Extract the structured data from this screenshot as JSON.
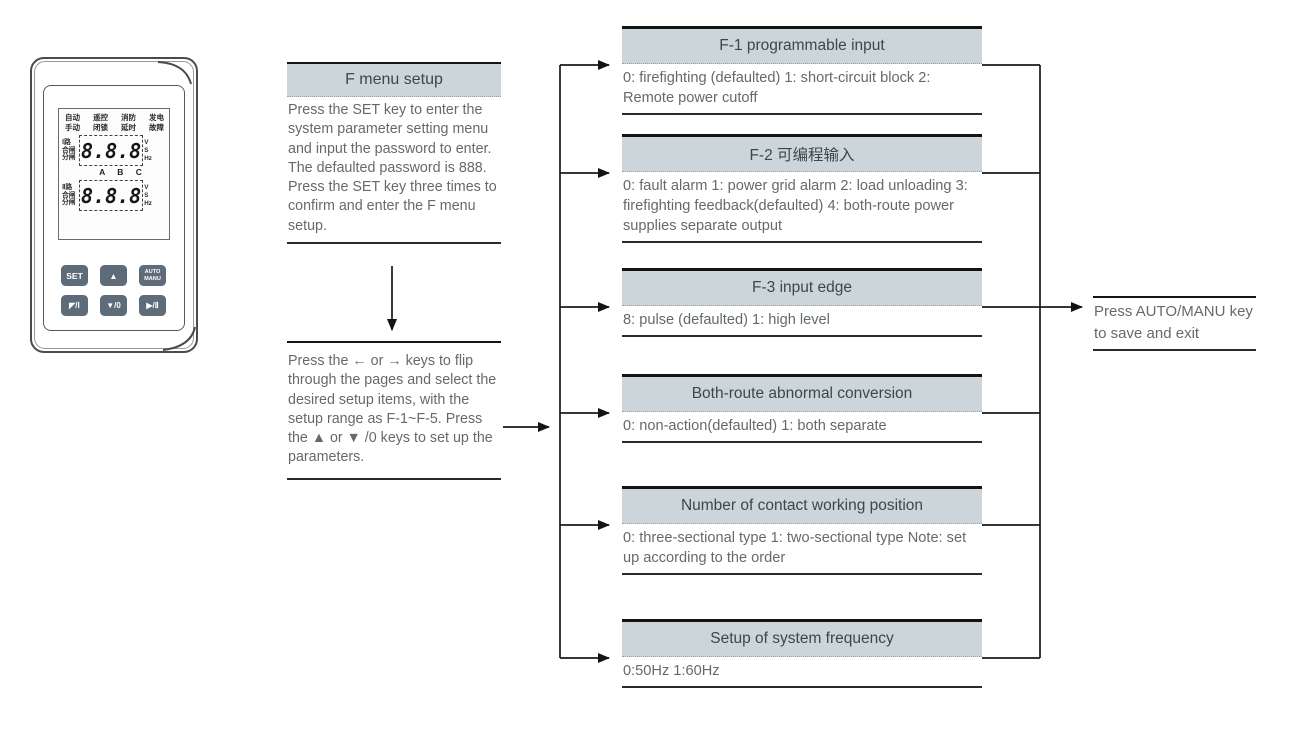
{
  "device": {
    "lcd": {
      "status_row1": [
        "自动",
        "遥控",
        "消防",
        "发电"
      ],
      "status_row2": [
        "手动",
        "闭锁",
        "延时",
        "故障"
      ],
      "route1_labels": [
        "Ⅰ路",
        "合闸",
        "分闸"
      ],
      "route1_digits": "8.8.8",
      "route1_units": [
        "V",
        "S",
        "Hz"
      ],
      "phase_labels": "A B C",
      "route2_labels": [
        "Ⅱ路",
        "合闸",
        "分闸"
      ],
      "route2_digits": "8.8.8",
      "route2_units": [
        "V",
        "S",
        "Hz"
      ]
    },
    "buttons": {
      "set": "SET",
      "up": "▲",
      "auto_line1": "AUTO",
      "auto_line2": "MANU",
      "close1": "◤/Ⅰ",
      "open": "▼/0",
      "close2": "▶/Ⅱ"
    }
  },
  "flow": {
    "step1_title": "F menu setup",
    "step1_body": "Press the SET key to enter the system parameter setting menu and input the password to enter. The defaulted password is 888. Press the SET key three times to confirm and enter the F menu setup.",
    "step2_body": "Press the ← or → keys to flip through the pages and select the desired setup items, with the setup range as F-1~F-5. Press the ▲ or ▼ /0 keys to set up the parameters.",
    "exit_note": "Press AUTO/MANU key to save and exit",
    "items": [
      {
        "title": "F-1 programmable input",
        "body": "0: firefighting (defaulted)  1: short-circuit block 2: Remote power cutoff"
      },
      {
        "title": "F-2 可编程输入",
        "body": "0: fault alarm  1: power grid alarm 2: load unloading  3: firefighting feedback(defaulted)  4: both-route power supplies separate output"
      },
      {
        "title": "F-3 input edge",
        "body": "8: pulse (defaulted)  1: high level"
      },
      {
        "title": "Both-route abnormal conversion",
        "body": "0: non-action(defaulted) 1: both separate"
      },
      {
        "title": "Number of contact working position",
        "body": "0: three-sectional type  1: two-sectional type Note: set up according to the order"
      },
      {
        "title": "Setup of system frequency",
        "body": "0:50Hz 1:60Hz"
      }
    ]
  },
  "colors": {
    "header_bg": "#ccd5da",
    "header_text": "#3e464c",
    "body_text": "#66696c",
    "line": "#1a1a1a",
    "button_bg": "#5e6c79"
  }
}
